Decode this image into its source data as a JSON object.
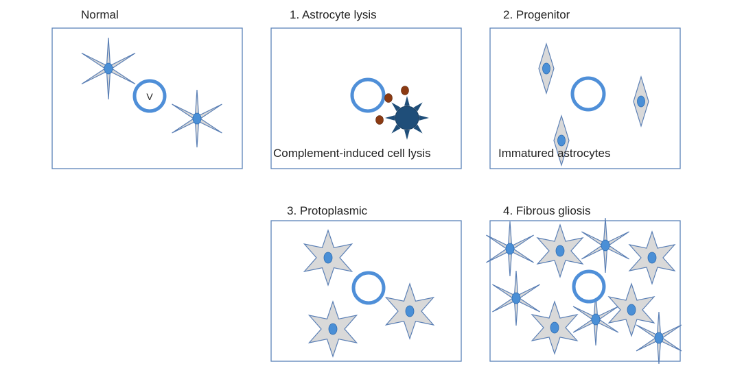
{
  "colors": {
    "panel_border": "#5b82b8",
    "cell_fill": "#d9d9d9",
    "cell_stroke": "#5a7fb5",
    "nucleus": "#4a8fd6",
    "vessel": "#4f8fd8",
    "lysis_cell": "#1f4e79",
    "complement": "#8b3a12",
    "text": "#222222"
  },
  "panels": [
    {
      "id": "normal",
      "title": "Normal",
      "vessel_label": "V"
    },
    {
      "id": "lysis",
      "title": "1. Astrocyte lysis",
      "caption": "Complement-induced cell lysis"
    },
    {
      "id": "progenitor",
      "title": "2. Progenitor",
      "caption": "Immatured astrocytes"
    },
    {
      "id": "protoplasmic",
      "title": "3. Protoplasmic"
    },
    {
      "id": "fibrous",
      "title": "4. Fibrous gliosis"
    }
  ]
}
